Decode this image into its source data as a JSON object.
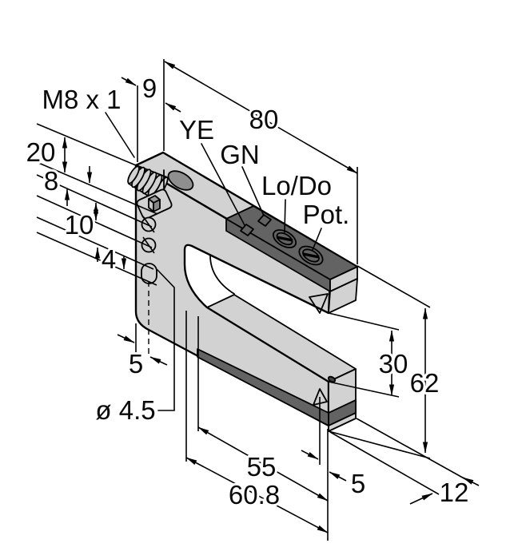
{
  "drawing": {
    "title": "fork-sensor-dimension-drawing",
    "labels": {
      "m8": "M8 x 1",
      "d9": "9",
      "d80": "80",
      "ye": "YE",
      "gn": "GN",
      "lodo": "Lo/Do",
      "pot": "Pot.",
      "d20": "20",
      "d8": "8",
      "d10": "10",
      "d4": "4",
      "d5left": "5",
      "dia45": "ø 4.5",
      "d55": "55",
      "d608": "60.8",
      "d5bottom": "5",
      "d30": "30",
      "d62": "62",
      "d12": "12"
    },
    "colors": {
      "body": "#d2d2d2",
      "band": "#636363",
      "hole": "#8f8f8f",
      "line": "#000000"
    }
  }
}
